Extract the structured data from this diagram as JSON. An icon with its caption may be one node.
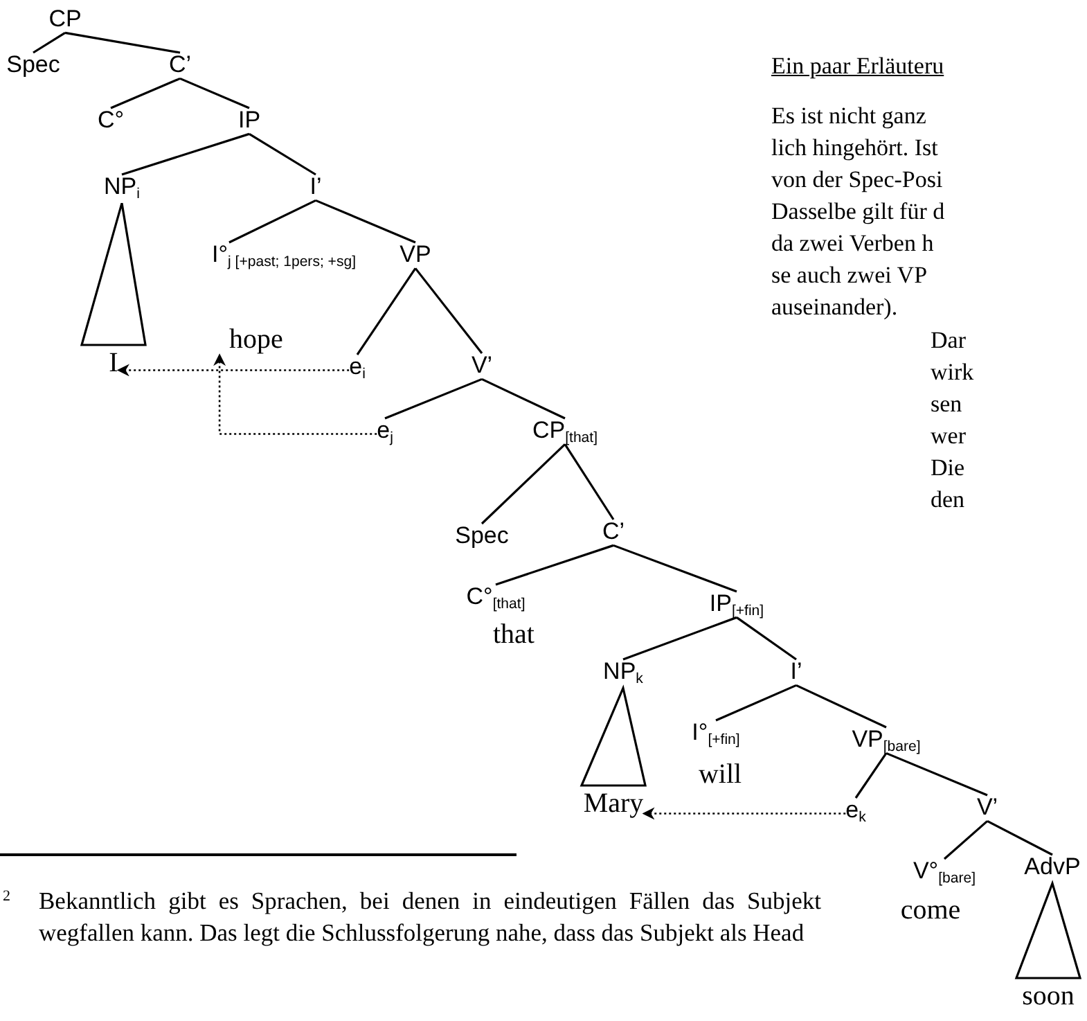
{
  "diagram": {
    "nodes": [
      {
        "text": [
          "CP"
        ]
      },
      {
        "text": [
          "Spec"
        ]
      },
      {
        "text": [
          "C’"
        ]
      },
      {
        "text": [
          "C°"
        ]
      },
      {
        "text": [
          "IP"
        ]
      },
      {
        "text": [
          "NP$_{i}$"
        ]
      },
      {
        "text": [
          "I’"
        ]
      },
      {
        "text": [
          "I°$_{j [+past; 1pers; +sg]}$"
        ]
      },
      {
        "text": [
          "VP"
        ]
      },
      {
        "text": [
          "hope"
        ]
      },
      {
        "text": [
          "I"
        ]
      },
      {
        "text": [
          "e$_{i}$"
        ]
      },
      {
        "text": [
          "V’"
        ]
      },
      {
        "text": [
          "e$_{j}$"
        ]
      },
      {
        "text": [
          "CP$_{[that]}$"
        ]
      },
      {
        "text": [
          "Spec"
        ]
      },
      {
        "text": [
          "C’"
        ]
      },
      {
        "text": [
          "C°$_{[that]}$"
        ]
      },
      {
        "text": [
          "that"
        ]
      },
      {
        "text": [
          "IP$_{[+fin]}$"
        ]
      },
      {
        "text": [
          "NP$_{k}$"
        ]
      },
      {
        "text": [
          "I’"
        ]
      },
      {
        "text": [
          "I°$_{[+fin]}$"
        ]
      },
      {
        "text": [
          "will"
        ]
      },
      {
        "text": [
          "VP$_{[bare]}$"
        ]
      },
      {
        "text": [
          "Mary"
        ]
      },
      {
        "text": [
          "e$_{k}$"
        ]
      },
      {
        "text": [
          "V’"
        ]
      },
      {
        "text": [
          "V°$_{[bare]}$"
        ]
      },
      {
        "text": [
          "AdvP"
        ]
      },
      {
        "text": [
          "come"
        ]
      },
      {
        "text": [
          "soon"
        ]
      }
    ],
    "edges": [
      {
        "from": 0,
        "to": 1,
        "arrow": "none"
      },
      {
        "from": 0,
        "to": 2,
        "arrow": "none"
      },
      {
        "from": 2,
        "to": 3,
        "arrow": "none"
      },
      {
        "from": 2,
        "to": 4,
        "arrow": "none"
      },
      {
        "from": 4,
        "to": 5,
        "arrow": "none"
      },
      {
        "from": 4,
        "to": 6,
        "arrow": "none"
      },
      {
        "from": 6,
        "to": 7,
        "arrow": "none"
      },
      {
        "from": 6,
        "to": 8,
        "arrow": "none"
      },
      {
        "from": 8,
        "to": 11,
        "arrow": "none"
      },
      {
        "from": 8,
        "to": 12,
        "arrow": "none"
      },
      {
        "from": 12,
        "to": 13,
        "arrow": "none"
      },
      {
        "from": 12,
        "to": 14,
        "arrow": "none"
      },
      {
        "from": 14,
        "to": 15,
        "arrow": "none"
      },
      {
        "from": 14,
        "to": 16,
        "arrow": "none"
      },
      {
        "from": 16,
        "to": 17,
        "arrow": "none"
      },
      {
        "from": 16,
        "to": 19,
        "arrow": "none"
      },
      {
        "from": 19,
        "to": 20,
        "arrow": "none"
      },
      {
        "from": 19,
        "to": 21,
        "arrow": "none"
      },
      {
        "from": 21,
        "to": 22,
        "arrow": "none"
      },
      {
        "from": 21,
        "to": 24,
        "arrow": "none"
      },
      {
        "from": 24,
        "to": 26,
        "arrow": "none"
      },
      {
        "from": 24,
        "to": 27,
        "arrow": "none"
      },
      {
        "from": 27,
        "to": 28,
        "arrow": "none"
      },
      {
        "from": 27,
        "to": 29,
        "arrow": "none"
      },
      {
        "from": 11,
        "to": 10,
        "arrow": "to",
        "style": "dashed"
      },
      {
        "from": 13,
        "to": 9,
        "arrow": "to",
        "style": "dashed"
      },
      {
        "from": 26,
        "to": 25,
        "arrow": "to",
        "style": "dashed"
      }
    ],
    "labels": [
      "Ein paar Erläuteru",
      "Es ist nicht ganz",
      "lich hingehört. Ist",
      "von der Spec-Posi",
      "Dasselbe gilt für d",
      "da zwei Verben h",
      "se auch zwei VP",
      "auseinander).",
      "Dar",
      "wirk",
      "sen",
      "wer",
      "Die",
      "den",
      "2",
      "Bekanntlich gibt es Sprachen, bei denen in eindeutigen Fällen das Subjekt wegfallen kann. Das legt die Schlussfolgerung nahe, dass das Subjekt als Head"
    ]
  }
}
